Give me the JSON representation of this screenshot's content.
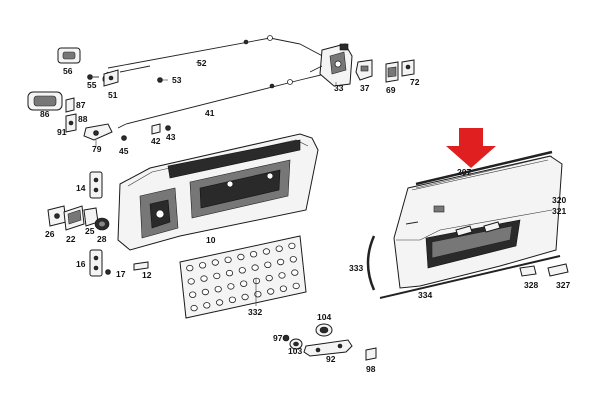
{
  "diagram": {
    "highlight_color": "#e02020",
    "labels": {
      "l52": "52",
      "l56": "56",
      "l55": "55",
      "l51": "51",
      "l53": "53",
      "l33": "33",
      "l37": "37",
      "l69": "69",
      "l72": "72",
      "l86": "86",
      "l87": "87",
      "l88": "88",
      "l91": "91",
      "l79": "79",
      "l45": "45",
      "l42": "42",
      "l43": "43",
      "l41": "41",
      "l14": "14",
      "l26": "26",
      "l22": "22",
      "l25": "25",
      "l28": "28",
      "l16": "16",
      "l17": "17",
      "l12": "12",
      "l10": "10",
      "l207": "207",
      "l320": "320",
      "l321": "321",
      "l333": "333",
      "l334": "334",
      "l328": "328",
      "l327": "327",
      "l332": "332",
      "l104": "104",
      "l97": "97",
      "l103": "103",
      "l92": "92",
      "l98": "98"
    }
  }
}
